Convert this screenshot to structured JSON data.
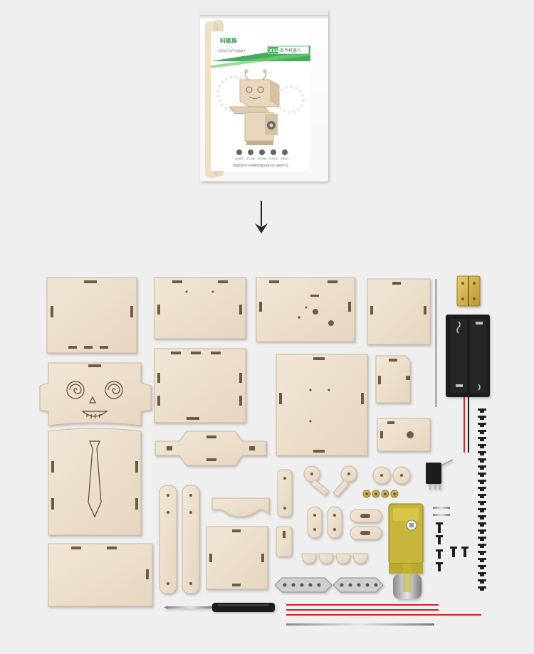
{
  "package": {
    "brand": "科聚族",
    "tagline": "培养孩子动手动脑能力",
    "model": "X15",
    "product_name": "吞币机器人",
    "icon_captions": [
      "益智教育",
      "手工拼装",
      "动手动脑",
      "科学实验",
      "创意设计"
    ],
    "footer": "我国首家STEAM教育理念的科学小制作产品"
  },
  "colors": {
    "background": "#efefef",
    "plywood": "#ede0cf",
    "plywood_edge": "#cdbca6",
    "brand_green": "#1d9a3b",
    "motor_yellow": "#c7b53a",
    "battery_black": "#1a1a1a",
    "wire_red": "#c8282a"
  },
  "icons": [
    "down-arrow-icon"
  ]
}
